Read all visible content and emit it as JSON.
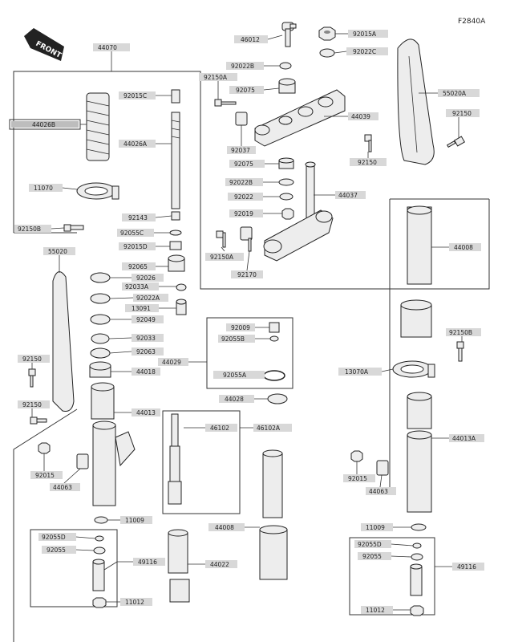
{
  "diagram_code": "F2840A",
  "front_label": "FRONT",
  "labels": [
    {
      "id": "l44070",
      "text": "44070"
    },
    {
      "id": "l46012",
      "text": "46012"
    },
    {
      "id": "l92015A",
      "text": "92015A"
    },
    {
      "id": "l92022B",
      "text": "92022B"
    },
    {
      "id": "l92022C",
      "text": "92022C"
    },
    {
      "id": "l92150A_top",
      "text": "92150A"
    },
    {
      "id": "l92075_top",
      "text": "92075"
    },
    {
      "id": "l92015C",
      "text": "92015C"
    },
    {
      "id": "l55020A",
      "text": "55020A"
    },
    {
      "id": "l44039",
      "text": "44039"
    },
    {
      "id": "l92150_r",
      "text": "92150"
    },
    {
      "id": "l44026B",
      "text": "44026B"
    },
    {
      "id": "l44026A",
      "text": "44026A"
    },
    {
      "id": "l92037",
      "text": "92037"
    },
    {
      "id": "l92150_r2",
      "text": "92150"
    },
    {
      "id": "l92075_mid",
      "text": "92075"
    },
    {
      "id": "l92022B_mid",
      "text": "92022B"
    },
    {
      "id": "l92022",
      "text": "92022"
    },
    {
      "id": "l44037",
      "text": "44037"
    },
    {
      "id": "l11070",
      "text": "11070"
    },
    {
      "id": "l92019",
      "text": "92019"
    },
    {
      "id": "l92143",
      "text": "92143"
    },
    {
      "id": "l92150B_l",
      "text": "92150B"
    },
    {
      "id": "l92055C",
      "text": "92055C"
    },
    {
      "id": "l92015D",
      "text": "92015D"
    },
    {
      "id": "l92150A_mid",
      "text": "92150A"
    },
    {
      "id": "l55020",
      "text": "55020"
    },
    {
      "id": "l92065",
      "text": "92065"
    },
    {
      "id": "l92170",
      "text": "92170"
    },
    {
      "id": "l92026",
      "text": "92026"
    },
    {
      "id": "l92033A",
      "text": "92033A"
    },
    {
      "id": "l92022A",
      "text": "92022A"
    },
    {
      "id": "l44008_r",
      "text": "44008"
    },
    {
      "id": "l13091",
      "text": "13091"
    },
    {
      "id": "l92049",
      "text": "92049"
    },
    {
      "id": "l92009",
      "text": "92009"
    },
    {
      "id": "l92150B_r",
      "text": "92150B"
    },
    {
      "id": "l92055B",
      "text": "92055B"
    },
    {
      "id": "l92033",
      "text": "92033"
    },
    {
      "id": "l44029",
      "text": "44029"
    },
    {
      "id": "l92063",
      "text": "92063"
    },
    {
      "id": "l92150_l",
      "text": "92150"
    },
    {
      "id": "l44018",
      "text": "44018"
    },
    {
      "id": "l92055A",
      "text": "92055A"
    },
    {
      "id": "l13070A",
      "text": "13070A"
    },
    {
      "id": "l44028",
      "text": "44028"
    },
    {
      "id": "l92150_l2",
      "text": "92150"
    },
    {
      "id": "l44013",
      "text": "44013"
    },
    {
      "id": "l46102",
      "text": "46102"
    },
    {
      "id": "l46102A",
      "text": "46102A"
    },
    {
      "id": "l44013A",
      "text": "44013A"
    },
    {
      "id": "l92015_l",
      "text": "92015"
    },
    {
      "id": "l44063_l",
      "text": "44063"
    },
    {
      "id": "l92015_r",
      "text": "92015"
    },
    {
      "id": "l44063_r",
      "text": "44063"
    },
    {
      "id": "l11009_l",
      "text": "11009"
    },
    {
      "id": "l11009_r",
      "text": "11009"
    },
    {
      "id": "l44008_l",
      "text": "44008"
    },
    {
      "id": "l92055D_l",
      "text": "92055D"
    },
    {
      "id": "l92055D_r",
      "text": "92055D"
    },
    {
      "id": "l92055_l",
      "text": "92055"
    },
    {
      "id": "l92055_r",
      "text": "92055"
    },
    {
      "id": "l49116_l",
      "text": "49116"
    },
    {
      "id": "l44022",
      "text": "44022"
    },
    {
      "id": "l49116_r",
      "text": "49116"
    },
    {
      "id": "l11012_l",
      "text": "11012"
    },
    {
      "id": "l11012_r",
      "text": "11012"
    }
  ]
}
